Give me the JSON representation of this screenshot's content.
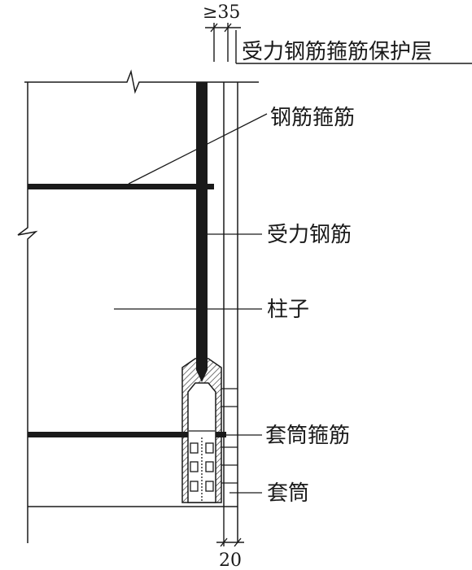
{
  "diagram": {
    "cover_dimension": "≥35",
    "cover_label": "受力钢筋箍筋保护层",
    "label_stirrup": "钢筋箍筋",
    "label_main_rebar": "受力钢筋",
    "label_column": "柱子",
    "label_sleeve_stirrup": "套筒箍筋",
    "label_sleeve": "套筒",
    "bottom_dimension": "20"
  },
  "colors": {
    "line": "#1a1a1a",
    "background": "#ffffff"
  }
}
